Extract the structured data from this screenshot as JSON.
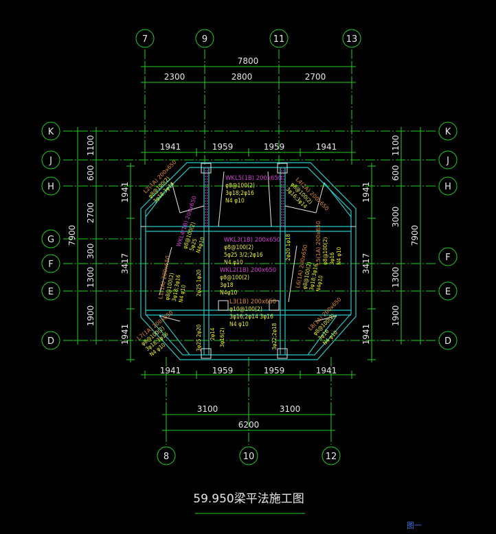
{
  "grid": {
    "top": [
      "7",
      "9",
      "11",
      "13"
    ],
    "bottom": [
      "8",
      "10",
      "12"
    ],
    "left": [
      "K",
      "J",
      "H",
      "G",
      "F",
      "E",
      "D"
    ],
    "right": [
      "K",
      "J",
      "H",
      "F",
      "E",
      "D"
    ]
  },
  "dims": {
    "top_total": "7800",
    "top_segments": [
      "2300",
      "2800",
      "2700"
    ],
    "top_inner": [
      "1941",
      "1959",
      "1959",
      "1941"
    ],
    "bottom_inner": [
      "1941",
      "1959",
      "1959",
      "1941"
    ],
    "bottom_segments": [
      "3100",
      "3100"
    ],
    "bottom_total": "6200",
    "left_total": "7900",
    "left_segments": [
      "1100",
      "600",
      "2700",
      "300",
      "1300",
      "1900"
    ],
    "left_inner": [
      "1941",
      "3417",
      "1941"
    ],
    "right_total": "7900",
    "right_segments": [
      "1100",
      "600",
      "3000",
      "1300",
      "1900"
    ],
    "right_inner": [
      "1941",
      "3417",
      "1941"
    ]
  },
  "annotations": {
    "wkl5": [
      "WKL5(1B) 200x650",
      "φ8@100(2)",
      "3φ18;2φ16",
      "N4 φ10"
    ],
    "wkl4": [
      "WKL4(1B) 200x650",
      "φ8@100(2)",
      "5φ25",
      "N4φ10"
    ],
    "wkl3": [
      "WKL3(1B) 200x650",
      "φ8@100(2)",
      "5φ25 3/2;2φ16",
      "N4 φ10"
    ],
    "wkl2": [
      "WKL2(1B) 200x650",
      "φ8@100(2)",
      "3φ18",
      "N4φ10"
    ],
    "l3": [
      "L3(1B) 200x650",
      "φ10@100(2)",
      "3φ16;2φ14 3φ16",
      "N4 φ10"
    ],
    "l1": [
      "L1(1A) 200x650",
      "φ8@100(2)",
      "3φ18;3φ16",
      "N4 φ10"
    ],
    "l2": [
      "L2(1A) 200x650",
      "φ8@100(2)",
      "3φ18;3φ14"
    ],
    "l4": [
      "L4(1A) 200x650",
      "φ8@100(2)",
      "3φ16;3φ14"
    ],
    "l5": [
      "L5(1A) 200x650",
      "φ8@100(2)",
      "3φ16",
      "N4 φ10"
    ],
    "l6": [
      "L6(1A) 200x650",
      "φ8@100(2)",
      "3φ18;3φ16",
      "N4φ10"
    ],
    "l7": [
      "L7(1A) 200x650",
      "φ8@100(2)",
      "3φ18;3φ16",
      "N4 φ10"
    ],
    "l8": [
      "L8(1A) 200x650",
      "φ8@100(2)",
      "3φ16",
      "N4 φ10"
    ],
    "misc": [
      "2φ25 1φ20",
      "2φ20 1φ18",
      "3φ22;2φ18",
      "3φ25 2φ20",
      "2φ14",
      "3φ16(2)"
    ]
  },
  "title": "59.950梁平法施工图",
  "sheet_tag": "图一"
}
